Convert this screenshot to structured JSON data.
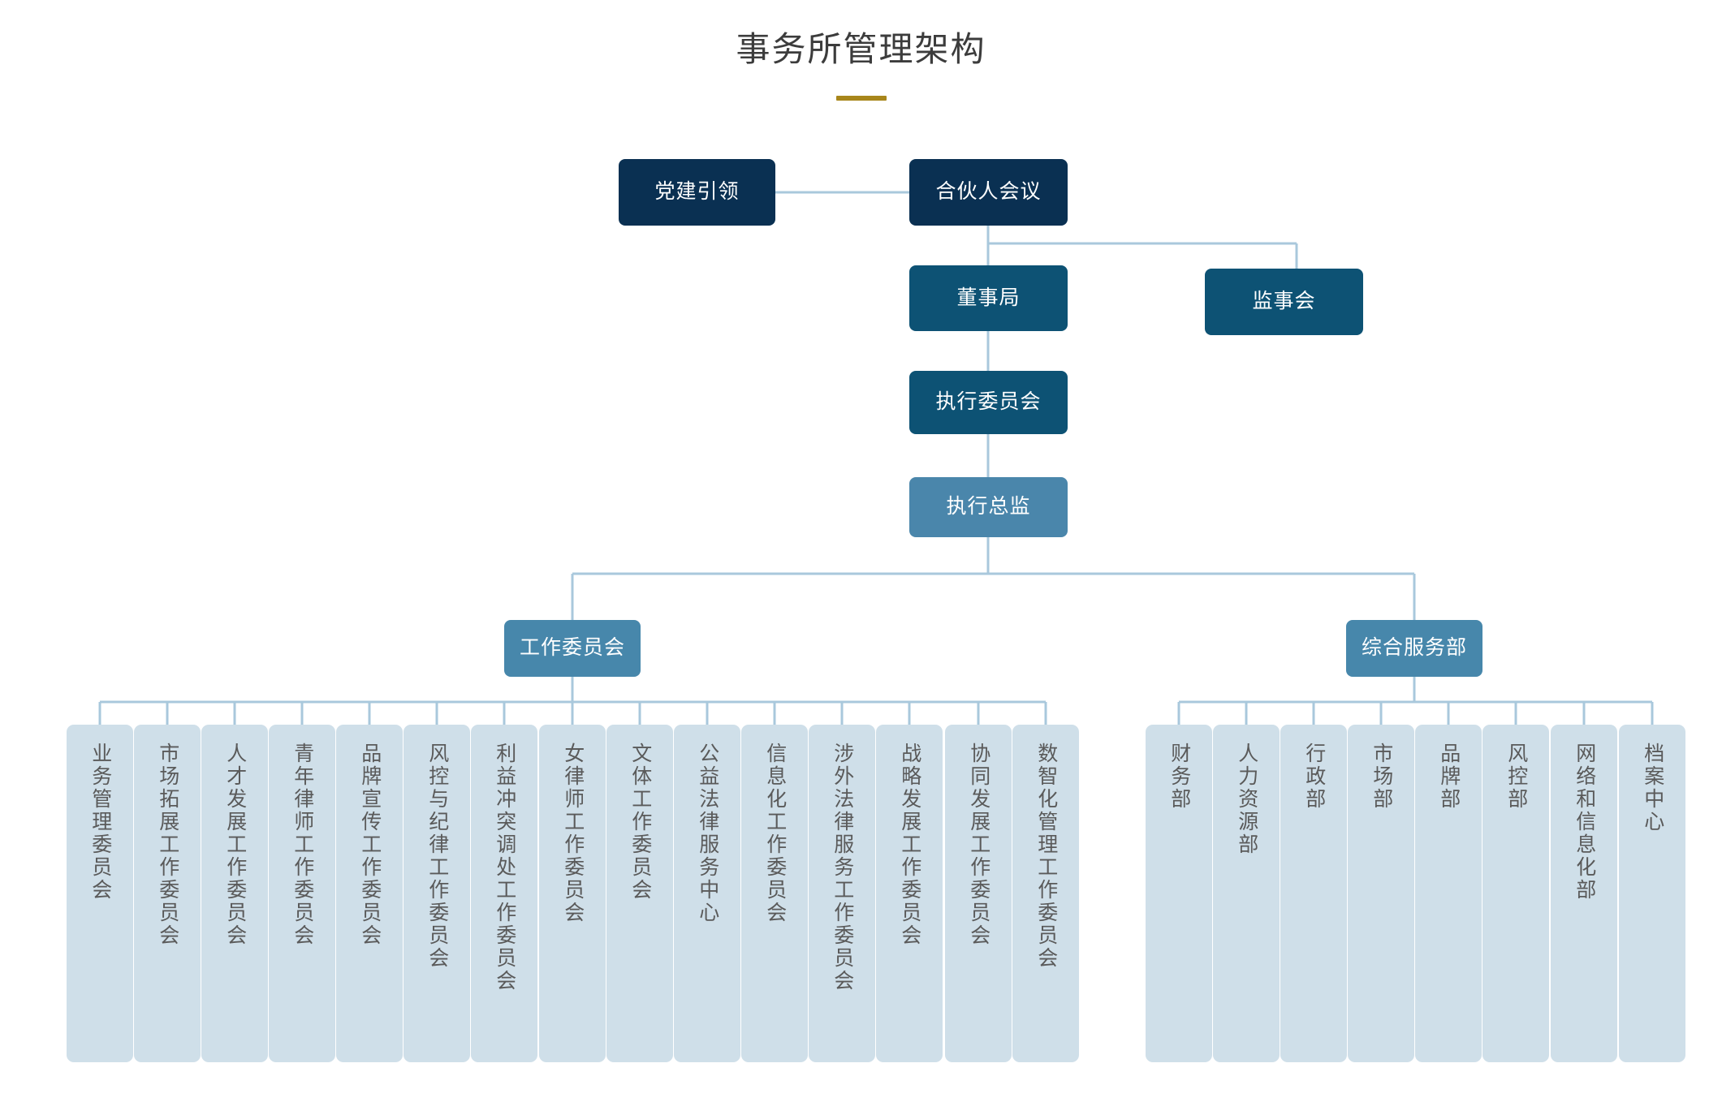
{
  "title": "事务所管理架构",
  "colors": {
    "title_text": "#3c3c3c",
    "title_rule": "#a8861b",
    "navy": "#0a3052",
    "mid_blue": "#0d5274",
    "steel_blue": "#4a86ab",
    "branch_blue": "#4787ab",
    "leaf_fill": "#cfdfe9",
    "leaf_text": "#5a5a5a",
    "connector": "#a9c8dc",
    "background": "#ffffff"
  },
  "chart_data": {
    "type": "diagram",
    "diagram_type": "org-chart",
    "title": "事务所管理架构",
    "nodes": [
      {
        "id": "party",
        "label": "党建引领",
        "level": 0,
        "style": "navy"
      },
      {
        "id": "partners",
        "label": "合伙人会议",
        "level": 0,
        "style": "navy"
      },
      {
        "id": "board",
        "label": "董事局",
        "level": 1,
        "style": "mid_blue"
      },
      {
        "id": "supervisor",
        "label": "监事会",
        "level": 1,
        "style": "mid_blue"
      },
      {
        "id": "exec_comm",
        "label": "执行委员会",
        "level": 2,
        "style": "mid_blue"
      },
      {
        "id": "exec_dir",
        "label": "执行总监",
        "level": 3,
        "style": "steel_blue"
      },
      {
        "id": "work_comm",
        "label": "工作委员会",
        "level": 4,
        "style": "branch_blue"
      },
      {
        "id": "service",
        "label": "综合服务部",
        "level": 4,
        "style": "branch_blue"
      }
    ],
    "edges": [
      {
        "from": "party",
        "to": "partners",
        "type": "horizontal"
      },
      {
        "from": "partners",
        "to": "board"
      },
      {
        "from": "partners",
        "to": "supervisor"
      },
      {
        "from": "board",
        "to": "exec_comm"
      },
      {
        "from": "exec_comm",
        "to": "exec_dir"
      },
      {
        "from": "exec_dir",
        "to": "work_comm"
      },
      {
        "from": "exec_dir",
        "to": "service"
      }
    ]
  },
  "top": {
    "party_leadership": "党建引领",
    "partners_meeting": "合伙人会议",
    "board": "董事局",
    "supervisory_board": "监事会",
    "executive_committee": "执行委员会",
    "executive_director": "执行总监"
  },
  "branches": {
    "work_committee": {
      "label": "工作委员会",
      "children": [
        "业务管理委员会",
        "市场拓展工作委员会",
        "人才发展工作委员会",
        "青年律师工作委员会",
        "品牌宣传工作委员会",
        "风控与纪律工作委员会",
        "利益冲突调处工作委员会",
        "女律师工作委员会",
        "文体工作委员会",
        "公益法律服务中心",
        "信息化工作委员会",
        "涉外法律服务工作委员会",
        "战略发展工作委员会",
        "协同发展工作委员会",
        "数智化管理工作委员会"
      ]
    },
    "general_service": {
      "label": "综合服务部",
      "children": [
        "财务部",
        "人力资源部",
        "行政部",
        "市场部",
        "品牌部",
        "风控部",
        "网络和信息化部",
        "档案中心"
      ]
    }
  }
}
